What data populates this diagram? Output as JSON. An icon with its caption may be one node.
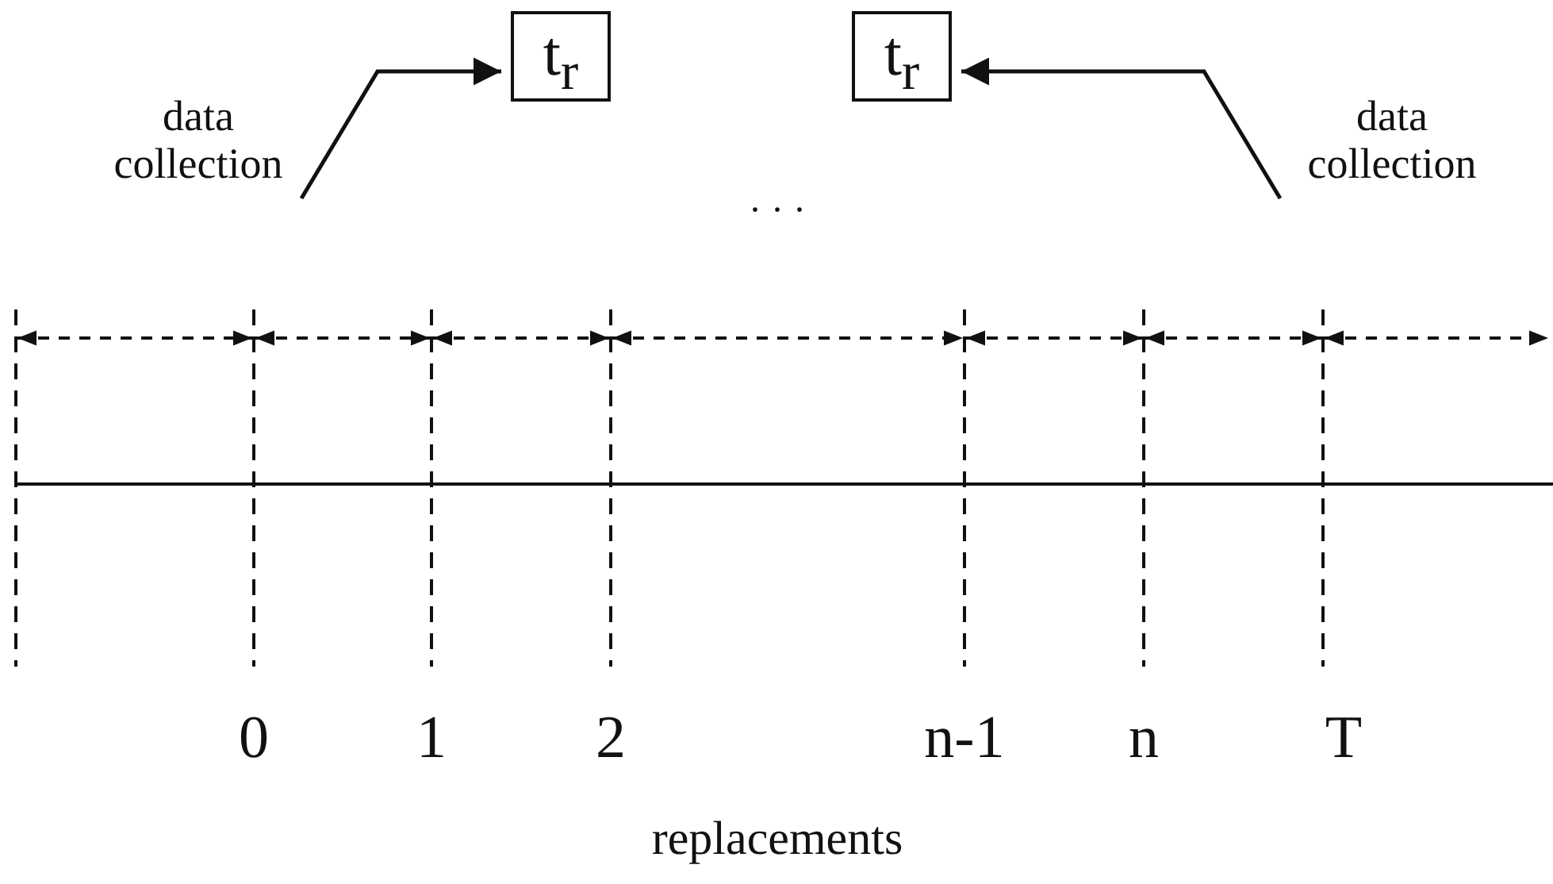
{
  "diagram": {
    "nodes": [
      {
        "text": [
          "data collection"
        ]
      },
      {
        "text": [
          "t$_{r}$"
        ]
      },
      {
        "text": [
          "t$_{r}$"
        ]
      },
      {
        "text": [
          "data collection"
        ]
      }
    ],
    "edges": [
      {
        "from": 0,
        "to": 1,
        "arrow": "to"
      },
      {
        "from": 3,
        "to": 2,
        "arrow": "to"
      }
    ],
    "labels": [
      "· · ·",
      "0",
      "1",
      "2",
      "n-1",
      "n",
      "T",
      "replacements"
    ]
  }
}
